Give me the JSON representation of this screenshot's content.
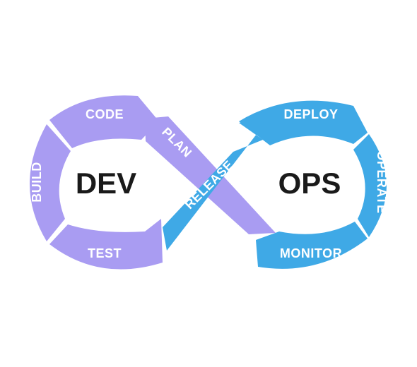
{
  "diagram": {
    "left_center": "DEV",
    "right_center": "OPS",
    "stages": {
      "code": "CODE",
      "build": "BUILD",
      "test": "TEST",
      "plan": "PLAN",
      "release": "RELEASE",
      "deploy": "DEPLOY",
      "operate": "OPERATE",
      "monitor": "MONITOR"
    },
    "colors": {
      "dev": "#A99CF2",
      "ops": "#3FA9E6",
      "text_light": "#FFFFFF",
      "text_dark": "#1A1A1A"
    }
  }
}
